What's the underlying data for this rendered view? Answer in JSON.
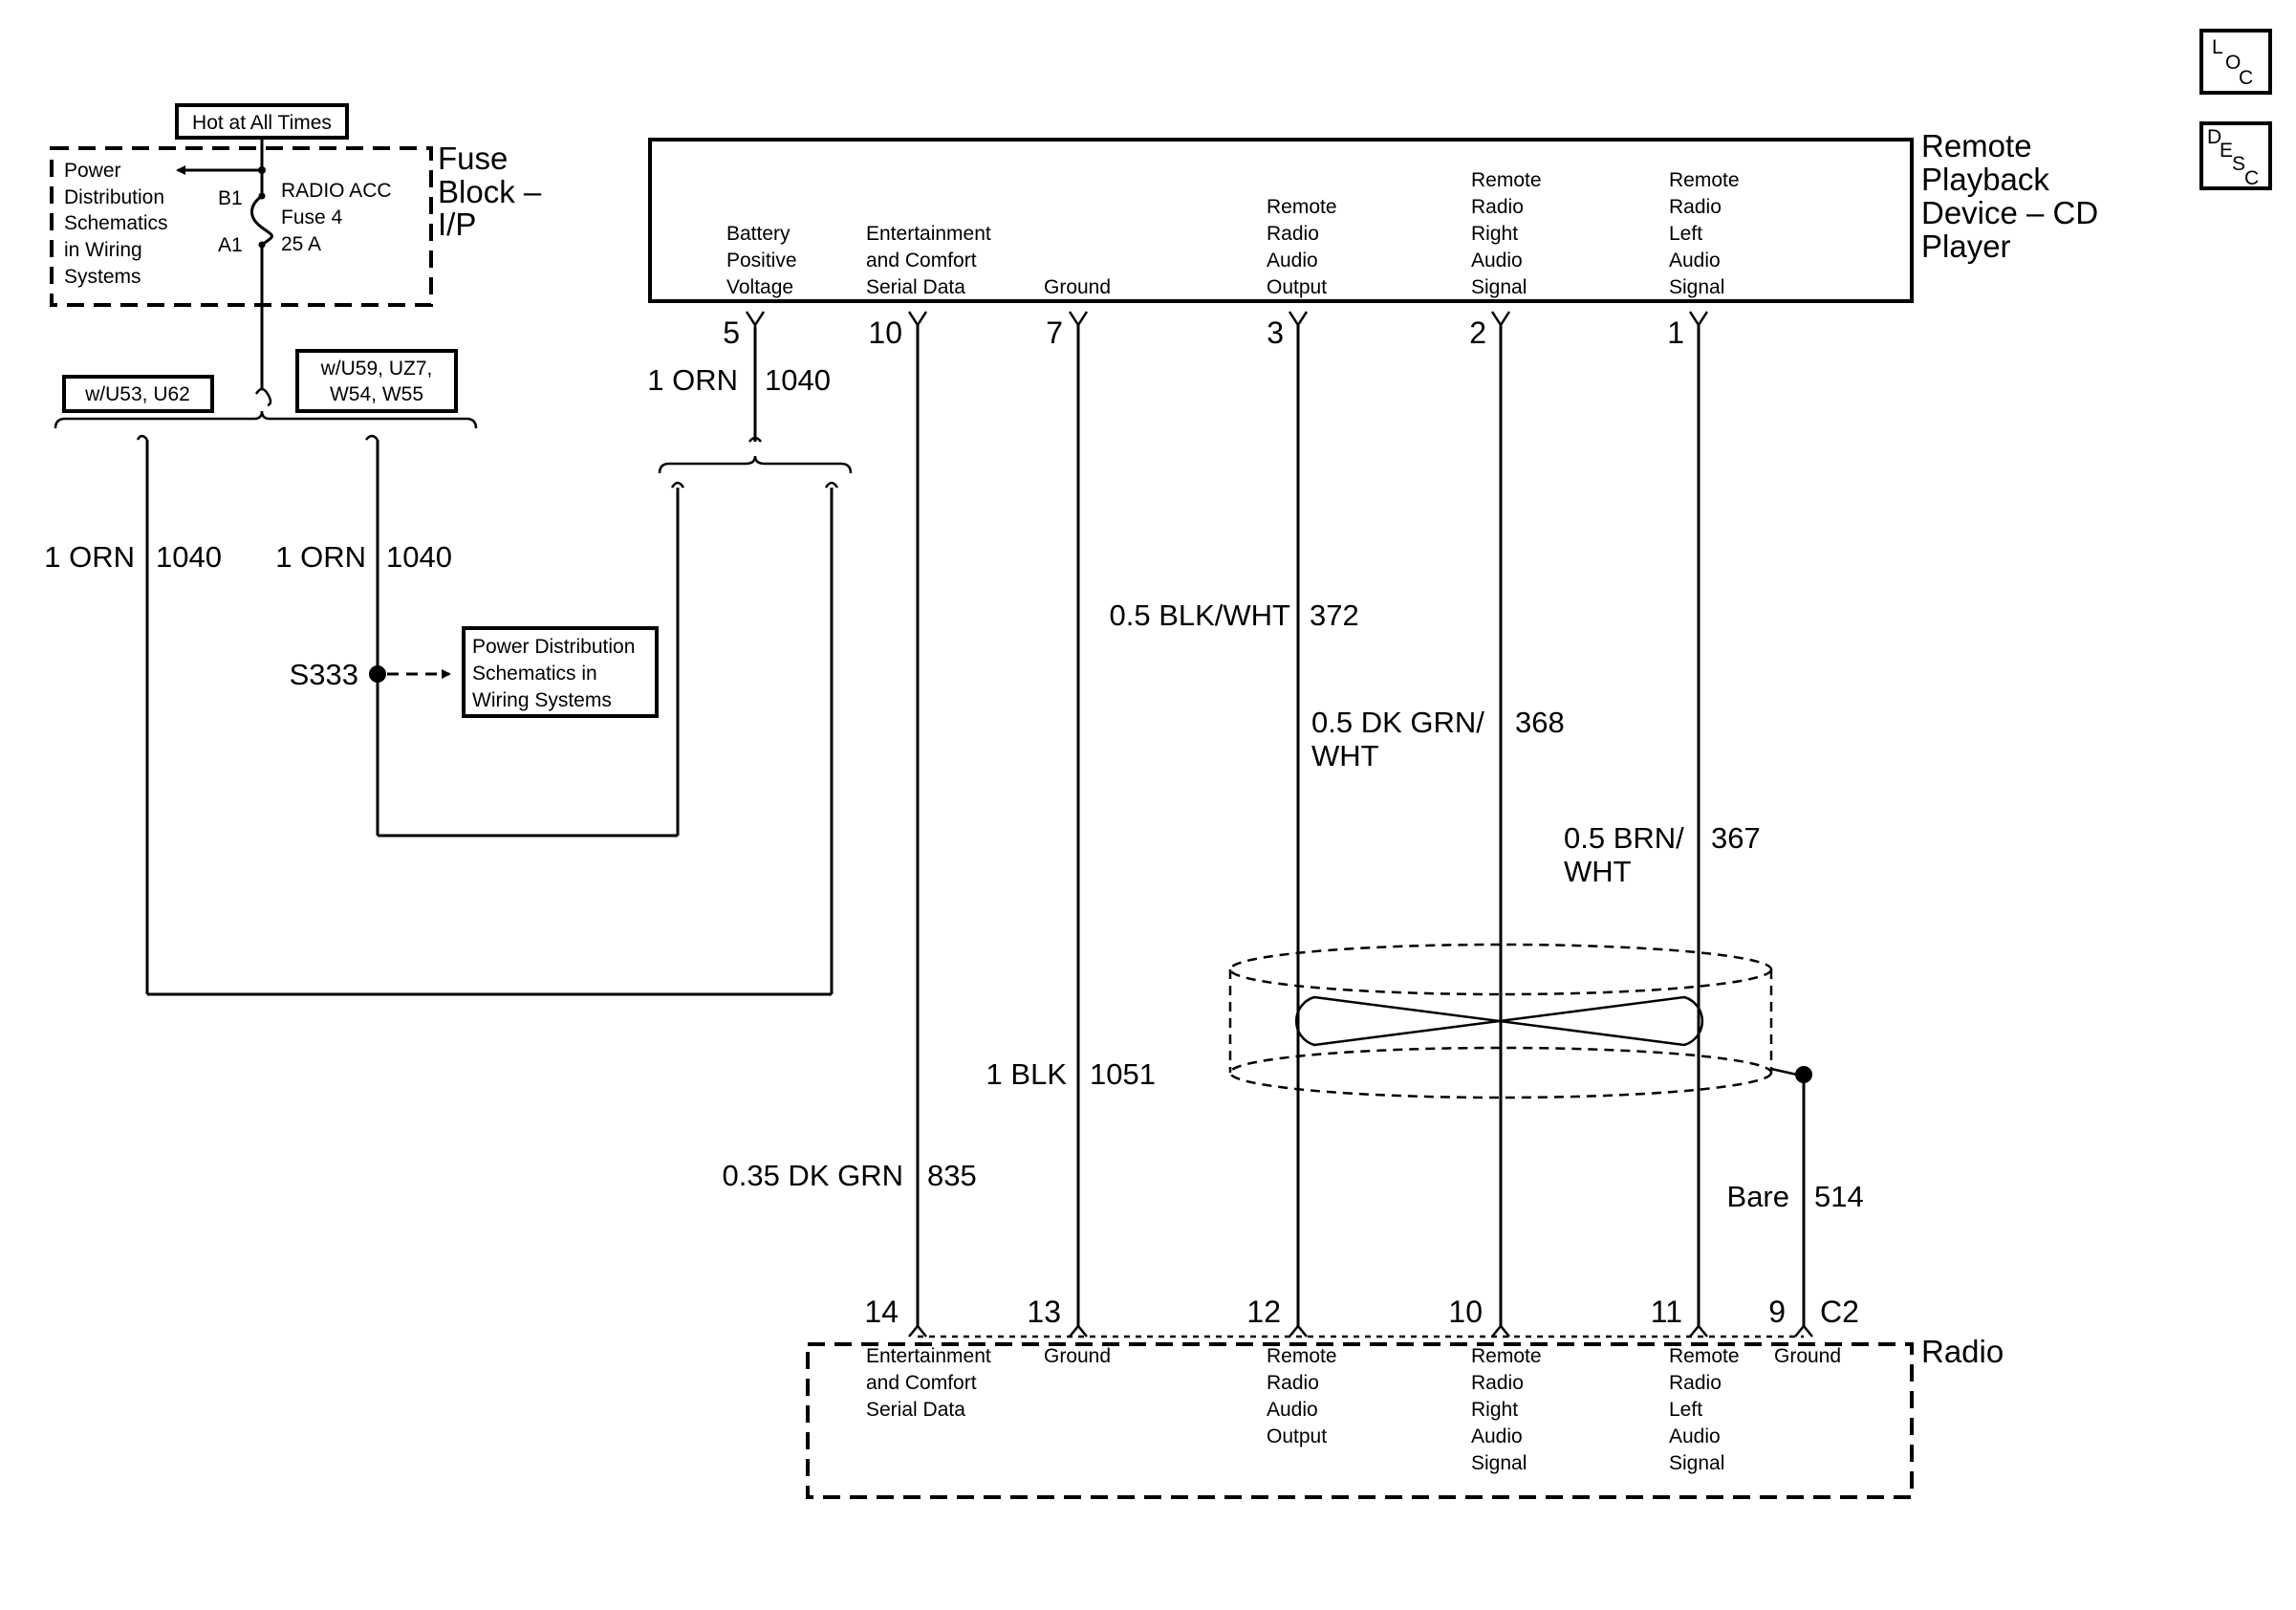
{
  "fuse_block": {
    "hot_label": "Hot at All Times",
    "box_label": [
      "Fuse",
      "Block –",
      "I/P"
    ],
    "pd_ref": [
      "Power",
      "Distribution",
      "Schematics",
      "in Wiring",
      "Systems"
    ],
    "pin_top": "B1",
    "pin_bottom": "A1",
    "fuse_text": [
      "RADIO ACC",
      "Fuse 4",
      "25 A"
    ]
  },
  "options": {
    "left": "w/U53, U62",
    "right": [
      "w/U59, UZ7,",
      "W54, W55"
    ]
  },
  "splice": {
    "id": "S333",
    "ref": [
      "Power Distribution",
      "Schematics in",
      "Wiring Systems"
    ]
  },
  "cd_player": {
    "name": [
      "Remote",
      "Playback",
      "Device – CD",
      "Player"
    ],
    "pins": [
      {
        "num": "5",
        "label": [
          "Battery",
          "Positive",
          "Voltage"
        ]
      },
      {
        "num": "10",
        "label": [
          "Entertainment",
          "and Comfort",
          "Serial Data"
        ]
      },
      {
        "num": "7",
        "label": [
          "Ground"
        ]
      },
      {
        "num": "3",
        "label": [
          "Remote",
          "Radio",
          "Audio",
          "Output"
        ]
      },
      {
        "num": "2",
        "label": [
          "Remote",
          "Radio",
          "Right",
          "Audio",
          "Signal"
        ]
      },
      {
        "num": "1",
        "label": [
          "Remote",
          "Radio",
          "Left",
          "Audio",
          "Signal"
        ]
      }
    ]
  },
  "radio": {
    "name": "Radio",
    "connector": "C2",
    "pins": [
      {
        "num": "14",
        "label": [
          "Entertainment",
          "and Comfort",
          "Serial Data"
        ]
      },
      {
        "num": "13",
        "label": [
          "Ground"
        ]
      },
      {
        "num": "12",
        "label": [
          "Remote",
          "Radio",
          "Audio",
          "Output"
        ]
      },
      {
        "num": "10",
        "label": [
          "Remote",
          "Radio",
          "Right",
          "Audio",
          "Signal"
        ]
      },
      {
        "num": "11",
        "label": [
          "Remote",
          "Radio",
          "Left",
          "Audio",
          "Signal"
        ]
      },
      {
        "num": "9",
        "label": [
          "Ground"
        ]
      }
    ]
  },
  "wires": {
    "feed_top": {
      "color": "1 ORN",
      "circuit": "1040"
    },
    "feed_left": {
      "color": "1 ORN",
      "circuit": "1040"
    },
    "feed_mid": {
      "color": "1 ORN",
      "circuit": "1040"
    },
    "serial_data": {
      "color": "0.35 DK GRN",
      "circuit": "835"
    },
    "ground": {
      "color": "1 BLK",
      "circuit": "1051"
    },
    "audio_out": {
      "color": "0.5 BLK/WHT",
      "circuit": "372"
    },
    "right_audio": {
      "color": [
        "0.5 DK GRN/",
        "WHT"
      ],
      "circuit": "368"
    },
    "left_audio": {
      "color": [
        "0.5 BRN/",
        "WHT"
      ],
      "circuit": "367"
    },
    "drain": {
      "color": "Bare",
      "circuit": "514"
    }
  },
  "icons": {
    "loc": [
      "L",
      "O",
      "C"
    ],
    "desc": [
      "D",
      "E",
      "S",
      "C"
    ]
  }
}
